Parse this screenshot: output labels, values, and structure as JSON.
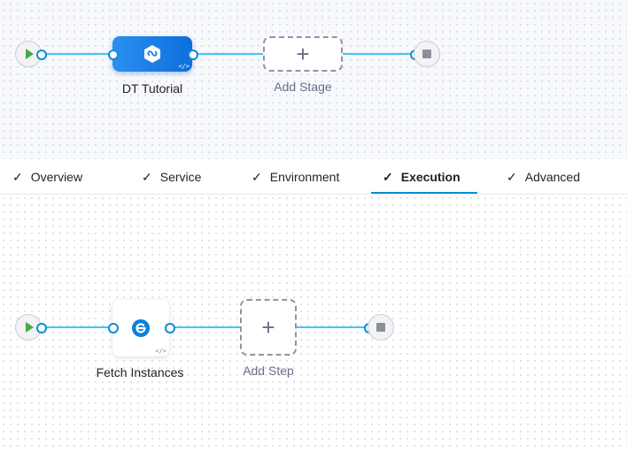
{
  "pipeline": {
    "stage": {
      "name": "DT Tutorial",
      "icon": "deployment-stage-icon",
      "badge": "</>"
    },
    "add_stage_label": "Add Stage"
  },
  "tabs": [
    {
      "label": "Overview",
      "completed": true,
      "active": false
    },
    {
      "label": "Service",
      "completed": true,
      "active": false
    },
    {
      "label": "Environment",
      "completed": true,
      "active": false
    },
    {
      "label": "Execution",
      "completed": true,
      "active": true
    },
    {
      "label": "Advanced",
      "completed": true,
      "active": false
    }
  ],
  "execution": {
    "step": {
      "name": "Fetch Instances",
      "icon": "fetch-instances-icon",
      "badge": "</>"
    },
    "add_step_label": "Add Step"
  },
  "colors": {
    "connector": "#3dc7f6",
    "port": "#0b8dd6",
    "stage_gradient": [
      "#2b8ff0",
      "#0e6fdc"
    ],
    "start_icon": "#42ab45",
    "active_tab": "#0b8dd6"
  }
}
